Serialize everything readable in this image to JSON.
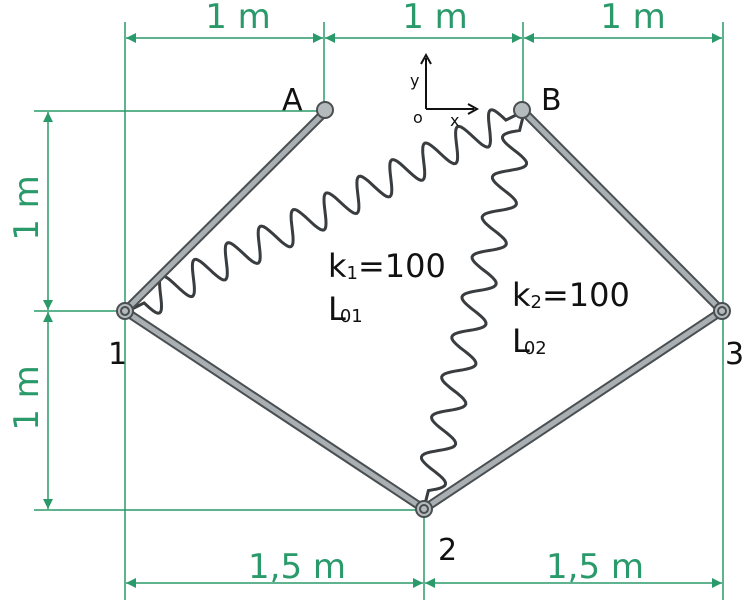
{
  "dimensions": {
    "top_left": "1 m",
    "top_middle": "1 m",
    "top_right": "1 m",
    "left_upper": "1 m",
    "left_lower": "1 m",
    "bottom_left": "1,5 m",
    "bottom_right": "1,5 m"
  },
  "points": {
    "A": "A",
    "B": "B",
    "n1": "1",
    "n2": "2",
    "n3": "3"
  },
  "axes": {
    "y": "y",
    "x": "x",
    "origin": "o"
  },
  "springs": {
    "k1": {
      "k": "k",
      "sub": "1",
      "value": "=100",
      "L": "L",
      "Lsub": "01"
    },
    "k2": {
      "k": "k",
      "sub": "2",
      "value": "=100",
      "L": "L",
      "Lsub": "02"
    }
  },
  "colors": {
    "dimension": "#2a9a6a",
    "bar": "#9aa0a3",
    "bar_outline": "#4a4f52",
    "text": "#111111"
  }
}
